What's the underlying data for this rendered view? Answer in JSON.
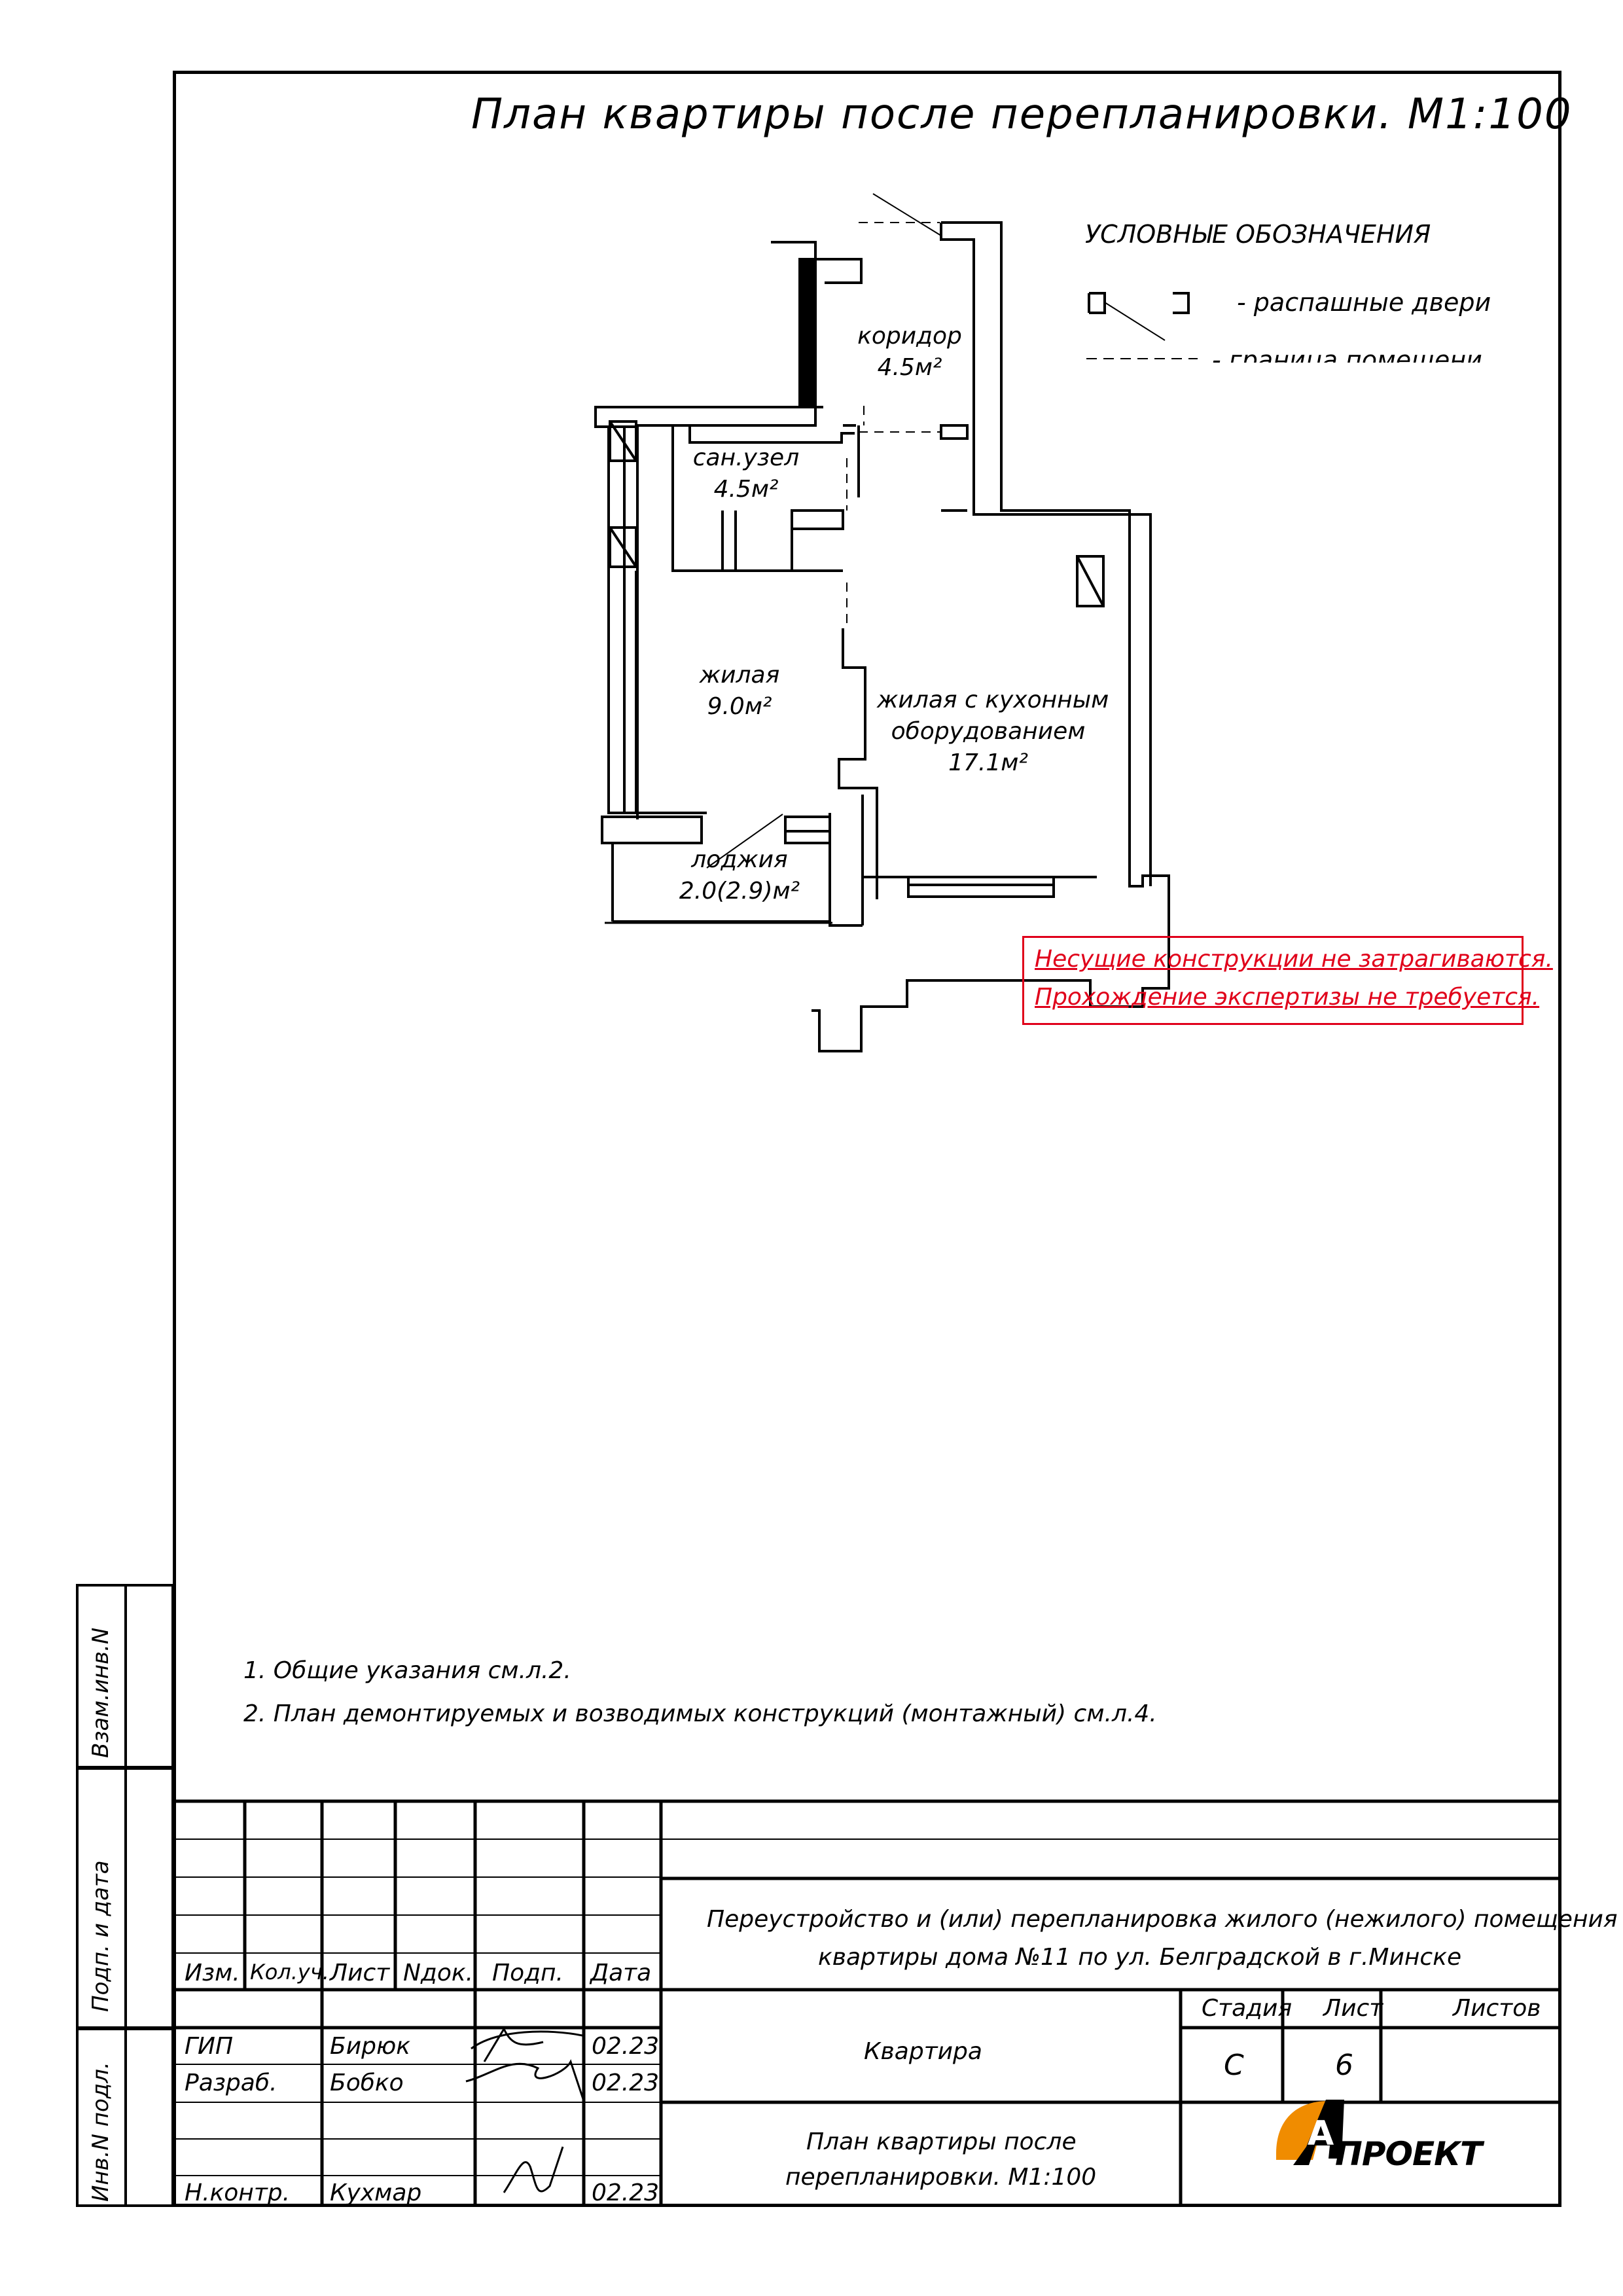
{
  "title": "План квартиры после перепланировки. М1:100",
  "legend": {
    "title": "УСЛОВНЫЕ ОБОЗНАЧЕНИЯ",
    "doors": "- распашные двери",
    "boundary": "- граница помещени"
  },
  "rooms": {
    "corridor_name": "коридор",
    "corridor_area": "4.5м²",
    "bath_name": "сан.узел",
    "bath_area": "4.5м²",
    "living_name": "жилая",
    "living_area": "9.0м²",
    "kitchen_name_1": "жилая с кухонным",
    "kitchen_name_2": "оборудованием",
    "kitchen_area": "17.1м²",
    "loggia_name": "лоджия",
    "loggia_area": "2.0(2.9)м²"
  },
  "warning": {
    "line1": "Несущие конструкции не затрагиваются.",
    "line2": "Прохождение экспертизы не требуется."
  },
  "notes": {
    "line1": "1. Общие указания см.л.2.",
    "line2": "2. План демонтируемых и возводимых конструкций (монтажный) см.л.4."
  },
  "side": {
    "vzam": "Взам.инв.N",
    "podp": "Подп. и дата",
    "inv": "Инв.N подл."
  },
  "titleblock": {
    "headers": {
      "izm": "Изм.",
      "kolch": "Кол.уч.",
      "list": "Лист",
      "ndok": "Nдок.",
      "podp": "Подп.",
      "data": "Дата"
    },
    "gip_role": "ГИП",
    "gip_name": "Бирюк",
    "gip_date": "02.23",
    "razr_role": "Разраб.",
    "razr_name": "Бобко",
    "razr_date": "02.23",
    "nk_role": "Н.контр.",
    "nk_name": "Кухмар",
    "nk_date": "02.23",
    "project_1": "Переустройство и (или) перепланировка жилого (нежилого) помещения",
    "project_2": "квартиры дома №11 по ул. Белградской в г.Минске",
    "object": "Квартира",
    "stage_h": "Стадия",
    "sheet_h": "Лист",
    "sheets_h": "Листов",
    "stage": "С",
    "sheet": "6",
    "drawing_1": "План квартиры после",
    "drawing_2": "перепланировки. М1:100",
    "logo": "ПРОЕКТ",
    "logo_mark": "А"
  }
}
